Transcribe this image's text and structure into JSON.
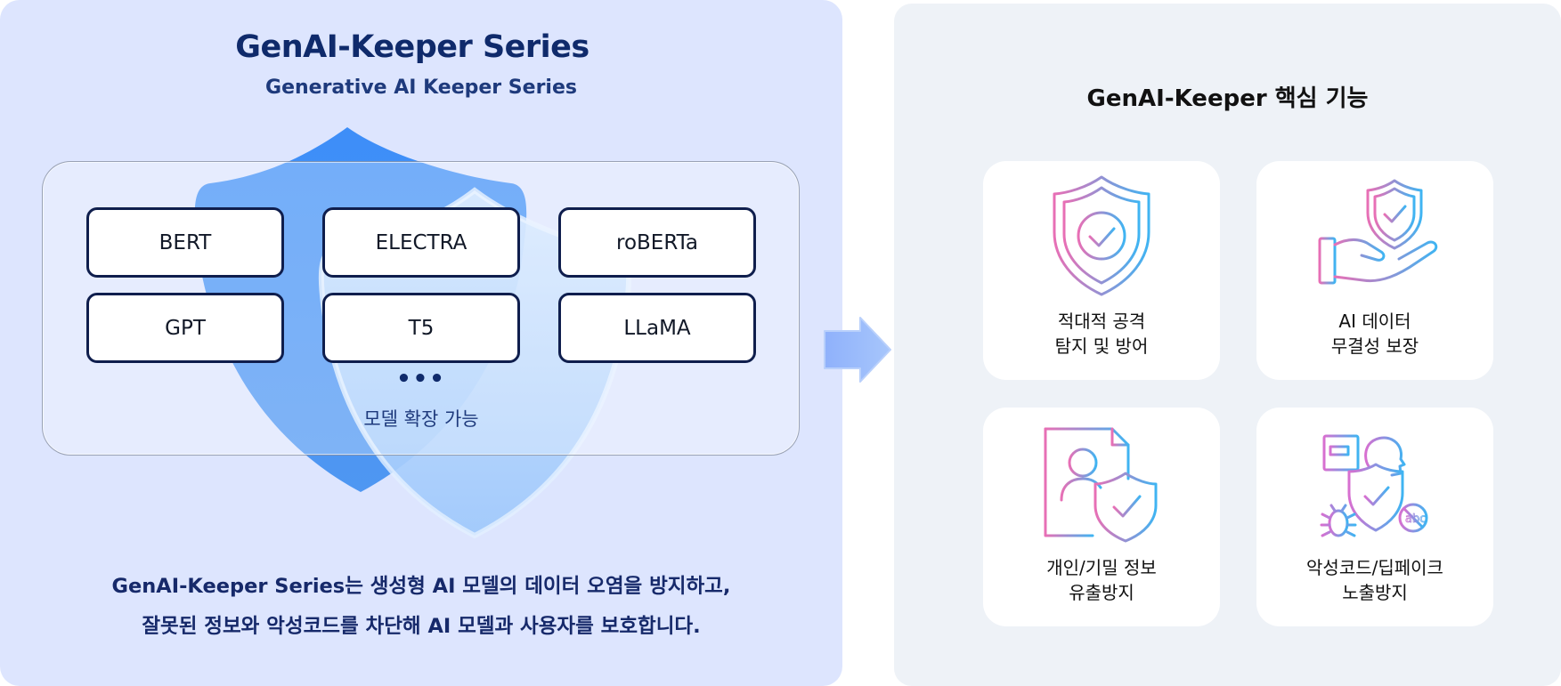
{
  "header": {
    "title": "GenAI-Keeper Series",
    "subtitle": "Generative AI Keeper Series"
  },
  "models": {
    "items": [
      "BERT",
      "ELECTRA",
      "roBERTa",
      "GPT",
      "T5",
      "LLaMA"
    ],
    "more_indicator": "•••",
    "expand_label": "모델 확장 가능"
  },
  "description": {
    "line1": "GenAI-Keeper Series는 생성형 AI 모델의 데이터 오염을 방지하고,",
    "line2": "잘못된 정보와 악성코드를 차단해 AI 모델과 사용자를 보호합니다."
  },
  "features": {
    "title": "GenAI-Keeper 핵심 기능",
    "cards": [
      {
        "icon": "shield-check-icon",
        "line1": "적대적 공격",
        "line2": "탐지 및 방어"
      },
      {
        "icon": "hand-shield-icon",
        "line1": "AI 데이터",
        "line2": "무결성 보장"
      },
      {
        "icon": "document-user-shield-icon",
        "line1": "개인/기밀 정보",
        "line2": "유출방지"
      },
      {
        "icon": "malware-deepfake-shield-icon",
        "line1": "악성코드/딥페이크",
        "line2": "노출방지"
      }
    ]
  },
  "colors": {
    "left_bg": "#dde5fe",
    "right_bg": "#eef2f7",
    "title_navy": "#0f2a6b",
    "shield_blue": "#3f8ff5",
    "shield_light": "#a9cdfd",
    "icon_gradient_start": "#e86fb5",
    "icon_gradient_end": "#3fb4f2"
  }
}
